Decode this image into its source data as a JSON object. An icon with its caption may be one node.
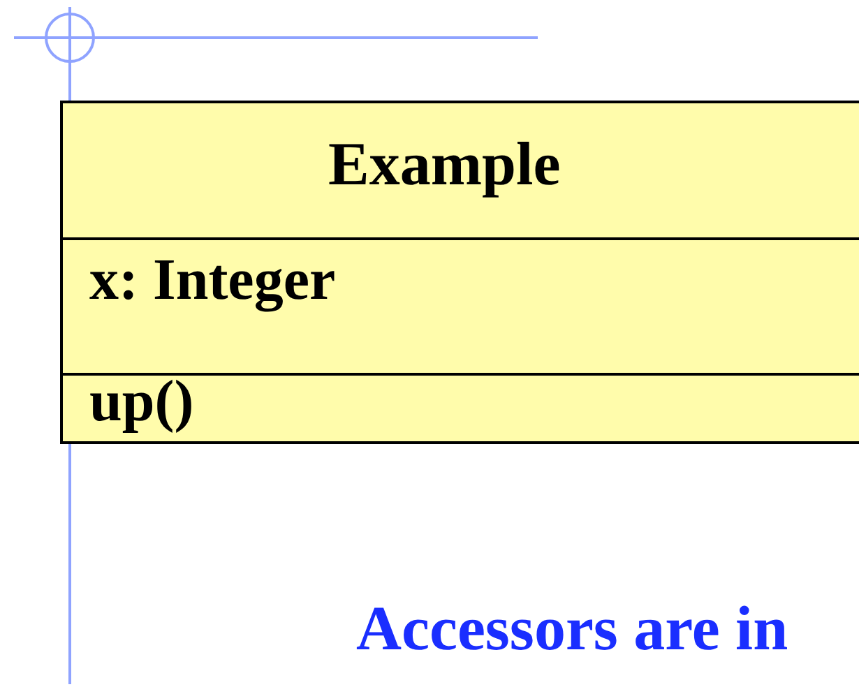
{
  "diagram": {
    "nodes": [
      {
        "text": [
          "Example",
          "x: Integer",
          "up()"
        ]
      }
    ],
    "labels": [
      "Accessors are in"
    ]
  }
}
